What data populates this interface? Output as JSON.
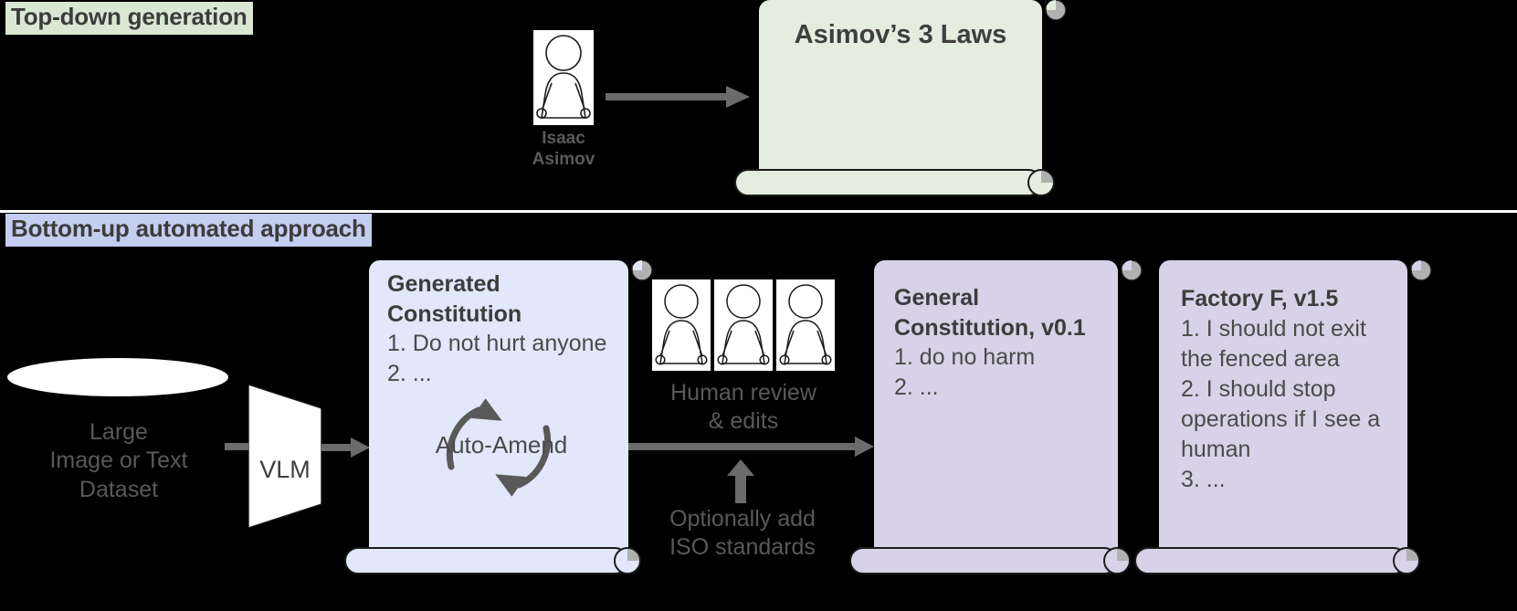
{
  "sections": {
    "topdown": {
      "label": "Top-down generation",
      "bg": "#d9e8d2"
    },
    "bottomup": {
      "label": "Bottom-up automated approach",
      "bg": "#c3cef0"
    }
  },
  "topdown": {
    "author": {
      "line1": "Isaac",
      "line2": "Asimov",
      "icon": "person-icon"
    },
    "arrow": {
      "icon": "arrow-right-icon"
    },
    "scroll": {
      "title": "Asimov’s 3 Laws",
      "color": "#e4edde",
      "curl_icon": "page-curl-icon"
    }
  },
  "bottomup": {
    "dataset": {
      "icon": "database-ellipse-icon",
      "label_lines": [
        "Large",
        "Image or Text",
        "Dataset"
      ]
    },
    "vlm": {
      "label": "VLM",
      "icon": "trapezoid-model-icon"
    },
    "arrow_dataset_to_vlm": {
      "icon": "arrow-right-icon"
    },
    "arrow_vlm_to_constitution": {
      "icon": "arrow-right-icon"
    },
    "generated_constitution": {
      "title_lines": [
        "Generated",
        "Constitution"
      ],
      "items": [
        "1. Do not hurt anyone",
        "2. ..."
      ],
      "loop": {
        "label": "Auto-Amend",
        "icon": "refresh-cycle-icon"
      },
      "color": "#e2e7fa",
      "curl_icon": "page-curl-icon"
    },
    "human_review": {
      "icons": [
        "person-icon",
        "person-icon",
        "person-icon"
      ],
      "caption_lines": [
        "Human review",
        "& edits"
      ]
    },
    "main_arrow": {
      "icon": "arrow-right-icon"
    },
    "iso_note": {
      "arrow_icon": "arrow-up-icon",
      "caption_lines": [
        "Optionally add",
        "ISO standards"
      ]
    },
    "general_constitution": {
      "title_lines": [
        "General",
        "Constitution, v0.1"
      ],
      "items": [
        "1.  do no harm",
        "2. ..."
      ],
      "color": "#d8d2e8",
      "curl_icon": "page-curl-icon"
    },
    "factory_constitution": {
      "title_lines": [
        "Factory F, v1.5"
      ],
      "items": [
        "1. I should not exit",
        "the fenced area",
        "2. I should stop",
        "operations if I see a",
        "human",
        "3. ..."
      ],
      "color": "#d8d2e8",
      "curl_icon": "page-curl-icon"
    }
  },
  "colors": {
    "background": "#000000",
    "arrow_gray": "#6b6b6b",
    "text_gray": "#4a4a4a",
    "caption_gray": "#595959",
    "outline": "#1b1b1b",
    "curl_gray": "#b0b0b0"
  }
}
